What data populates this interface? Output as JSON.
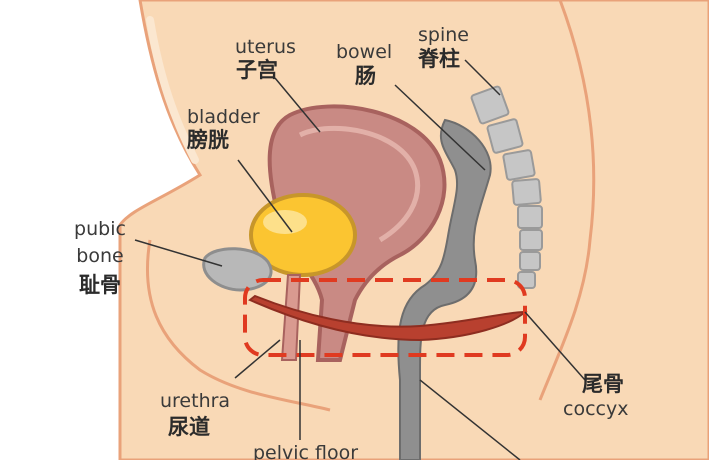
{
  "labels": {
    "uterus": {
      "en": "uterus",
      "zh": "子宫"
    },
    "bowel": {
      "en": "bowel",
      "zh": "肠"
    },
    "spine": {
      "en": "spine",
      "zh": "脊柱"
    },
    "bladder": {
      "en": "bladder",
      "zh": "膀胱"
    },
    "pubic_bone": {
      "en_line1": "pubic",
      "en_line2": "bone",
      "zh": "耻骨"
    },
    "urethra": {
      "en": "urethra",
      "zh": "尿道"
    },
    "coccyx": {
      "zh": "尾骨",
      "en": "coccyx"
    },
    "pelvic_floor": {
      "en": "pelvic floor"
    }
  },
  "colors": {
    "skin": "#f9d9b6",
    "skin_outline": "#e9a27a",
    "uterus": "#c98a84",
    "uterus_outline": "#a8625e",
    "bladder": "#fbc531",
    "bladder_outline": "#c7962a",
    "bone": "#b8b8b8",
    "bowel": "#8f8f8f",
    "pelvic_muscle": "#b8402f",
    "highlight_dash": "#e03a20",
    "leader_line": "#333333"
  }
}
